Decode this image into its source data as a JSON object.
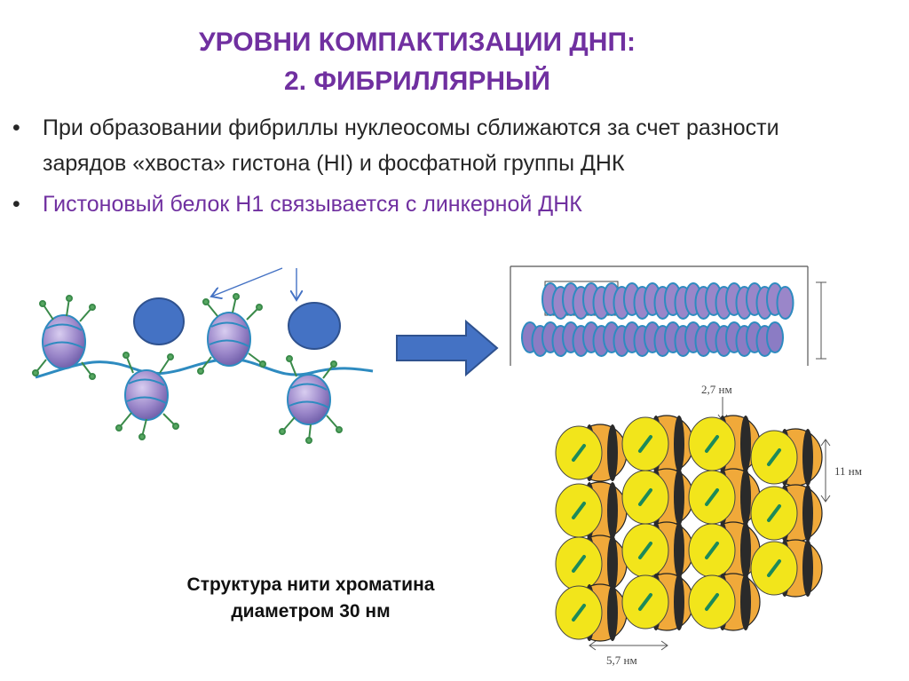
{
  "title": {
    "line1": "УРОВНИ КОМПАКТИЗАЦИИ ДНП:",
    "line2": "2. ФИБРИЛЛЯРНЫЙ"
  },
  "bullets": [
    {
      "text": "При образовании фибриллы нуклеосомы сближаются за счет разности зарядов «хвоста» гистона  (HI) и фосфатной группы ДНК"
    },
    {
      "text": "Гистоновый белок Н1 связывается с линкерной ДНК"
    }
  ],
  "caption": {
    "line1": "Структура нити хроматина",
    "line2": "диаметром 30 нм"
  },
  "diagram": {
    "label_top": "2,7 нм",
    "label_side": "11 нм",
    "label_bottom": "5,7 нм"
  },
  "colors": {
    "title": "#7030a0",
    "h1_disc": "#4472c4",
    "arrow": "#4472c4",
    "nucleosome": "#9a86c9",
    "dna": "#2e8bc0",
    "yellow": "#f2e51b",
    "orange": "#f0a93a"
  }
}
